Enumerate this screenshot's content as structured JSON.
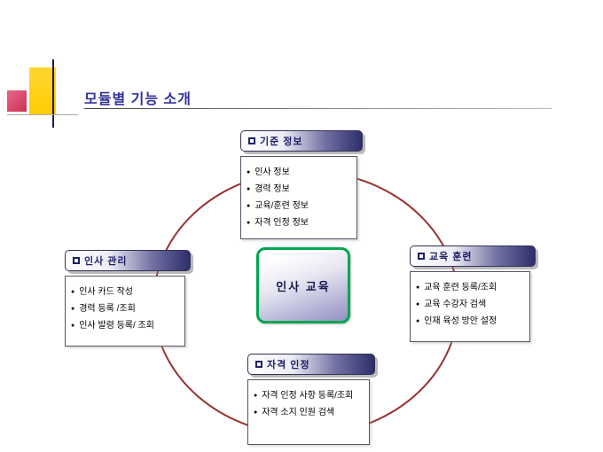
{
  "slide": {
    "title": "모듈별 기능 소개"
  },
  "icons": {
    "bullet": "●"
  },
  "center": {
    "label": "인사 교육"
  },
  "modules": [
    {
      "title": "기준 정보",
      "items": [
        "인사 정보",
        "경력 정보",
        "교육/훈련 정보",
        "자격 인정 정보"
      ]
    },
    {
      "title": "인사 관리",
      "items": [
        "인사 카드 작성",
        "경력 등록 /조회",
        "인사 발령 등록/ 조회"
      ]
    },
    {
      "title": "교육 훈련",
      "items": [
        "교육 훈련 등록/조회",
        "교육 수강자 검색",
        "인재 육성 방안 설정"
      ]
    },
    {
      "title": "자격 인정",
      "items": [
        "자격 인정 사항 등록/조회",
        "자격 소지 인원 검색"
      ]
    }
  ],
  "colors": {
    "title": "#333399",
    "navy": "#2e2e6b",
    "header-text": "#1f1f66",
    "ellipse": "#993333",
    "center-border": "#00a651",
    "center-fill": "#9898c8",
    "deco-yellow": "#ffcc00",
    "deco-red": "#cc3355"
  }
}
